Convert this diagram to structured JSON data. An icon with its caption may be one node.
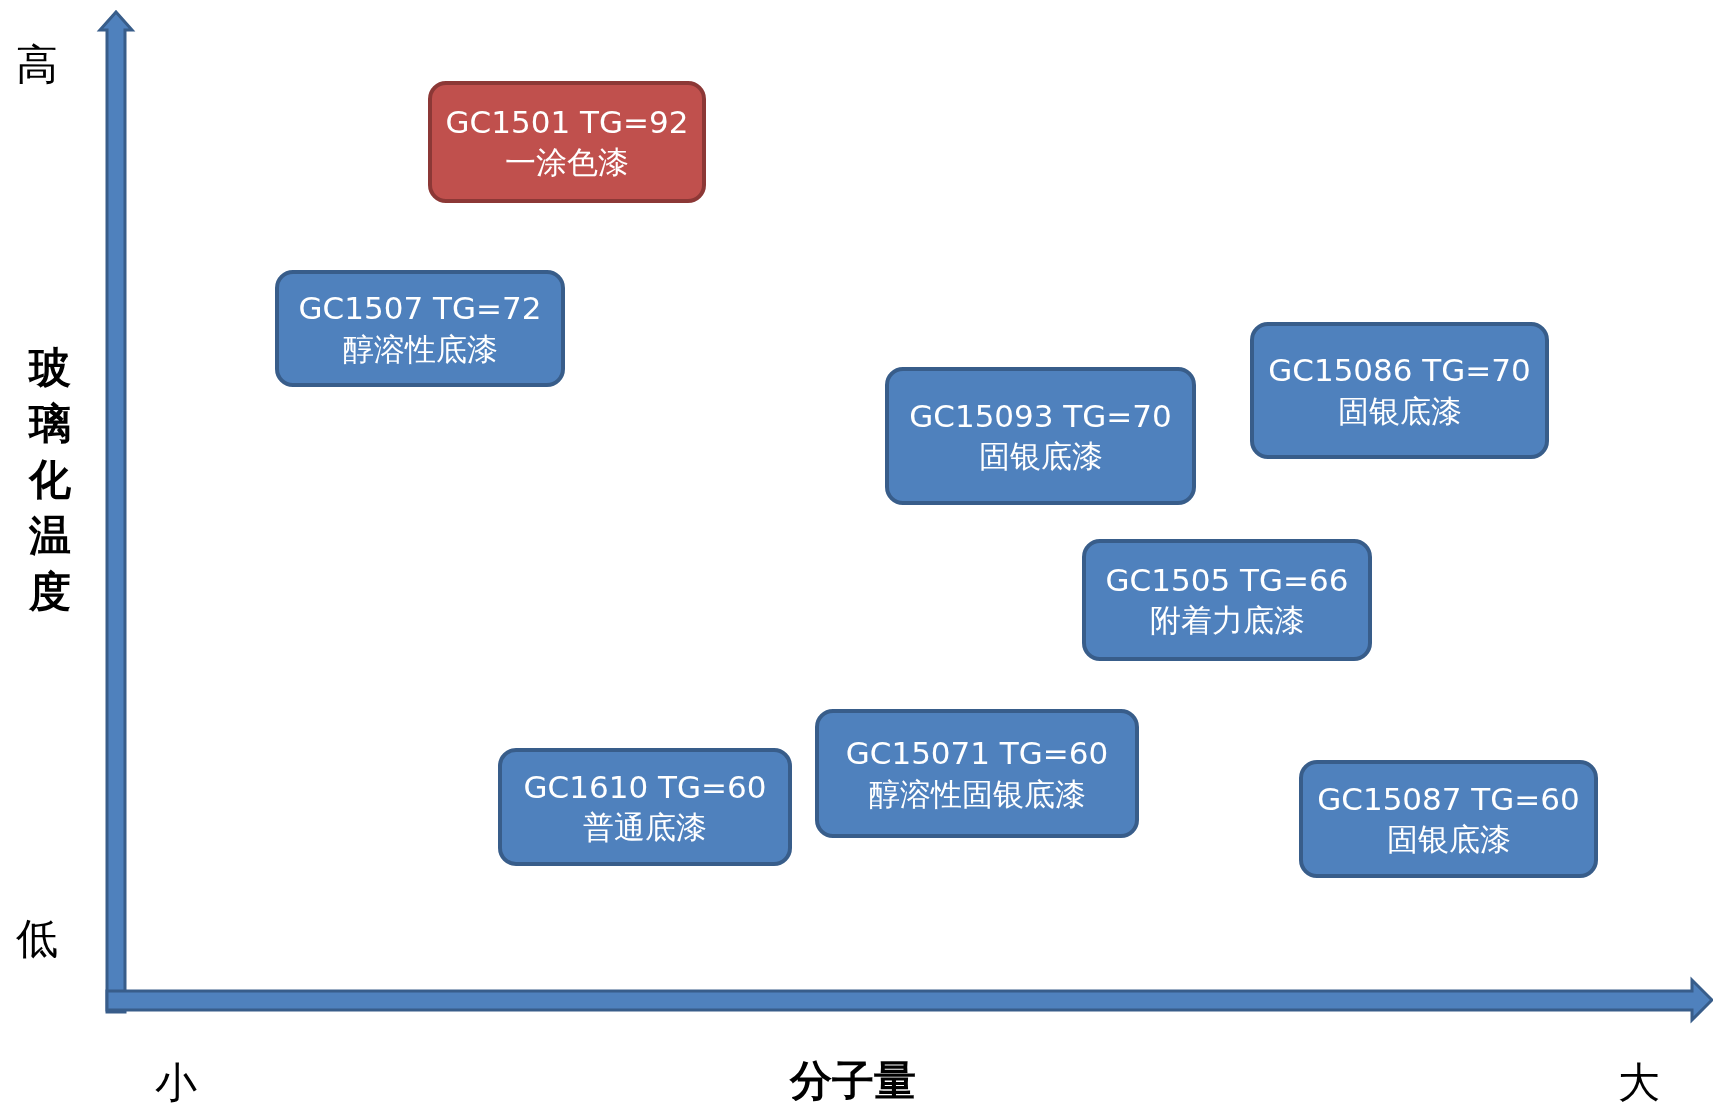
{
  "diagram": {
    "nodes": [
      {
        "text": [
          "GC1501 TG=92",
          "一涂色漆"
        ]
      },
      {
        "text": [
          "GC1507 TG=72",
          "醇溶性底漆"
        ]
      },
      {
        "text": [
          "GC15086 TG=70",
          "固银底漆"
        ]
      },
      {
        "text": [
          "GC15093 TG=70",
          "固银底漆"
        ]
      },
      {
        "text": [
          "GC1505 TG=66",
          "附着力底漆"
        ]
      },
      {
        "text": [
          "GC15071 TG=60",
          "醇溶性固银底漆"
        ]
      },
      {
        "text": [
          "GC1610 TG=60",
          "普通底漆"
        ]
      },
      {
        "text": [
          "GC15087 TG=60",
          "固银底漆"
        ]
      }
    ],
    "labels": [
      "高",
      "玻璃化温度",
      "低",
      "小",
      "分子量",
      "大"
    ]
  }
}
